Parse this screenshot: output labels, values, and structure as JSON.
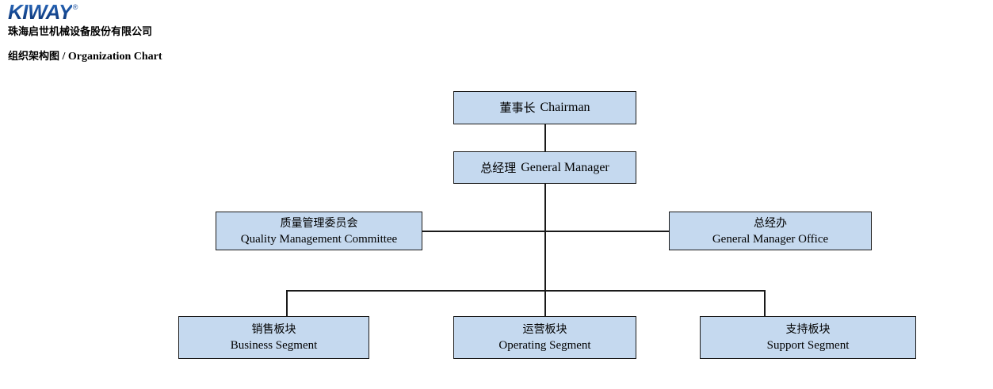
{
  "header": {
    "logo": {
      "text": "KIWAY",
      "trademark": "®",
      "color": "#1a4f9c"
    },
    "company_name": "珠海启世机械设备股份有限公司",
    "title_cn": "组织架构图",
    "title_separator": " / ",
    "title_en": "Organization Chart"
  },
  "theme": {
    "node_fill": "#c5d9ef",
    "node_border": "#1a1a1a",
    "line_color": "#1a1a1a",
    "page_background": "#ffffff"
  },
  "chart_data": {
    "type": "diagram",
    "title": "组织架构图 / Organization Chart",
    "orientation": "top-down",
    "levels": 4,
    "nodes": [
      {
        "id": "chairman",
        "cn": "董事长",
        "en": "Chairman",
        "level": 1,
        "layout": "inline"
      },
      {
        "id": "general-manager",
        "cn": "总经理",
        "en": "General Manager",
        "level": 2,
        "layout": "inline"
      },
      {
        "id": "quality-management-committee",
        "cn": "质量管理委员会",
        "en": "Quality Management Committee",
        "level": 3,
        "layout": "stacked",
        "side": "left"
      },
      {
        "id": "general-manager-office",
        "cn": "总经办",
        "en": "General Manager Office",
        "level": 3,
        "layout": "stacked",
        "side": "right"
      },
      {
        "id": "business-segment",
        "cn": "销售板块",
        "en": "Business Segment",
        "level": 4,
        "layout": "stacked"
      },
      {
        "id": "operating-segment",
        "cn": "运营板块",
        "en": "Operating Segment",
        "level": 4,
        "layout": "stacked"
      },
      {
        "id": "support-segment",
        "cn": "支持板块",
        "en": "Support Segment",
        "level": 4,
        "layout": "stacked"
      }
    ],
    "edges": [
      {
        "from": "chairman",
        "to": "general-manager"
      },
      {
        "from": "general-manager",
        "to": "quality-management-committee"
      },
      {
        "from": "general-manager",
        "to": "general-manager-office"
      },
      {
        "from": "general-manager",
        "to": "business-segment"
      },
      {
        "from": "general-manager",
        "to": "operating-segment"
      },
      {
        "from": "general-manager",
        "to": "support-segment"
      }
    ]
  }
}
